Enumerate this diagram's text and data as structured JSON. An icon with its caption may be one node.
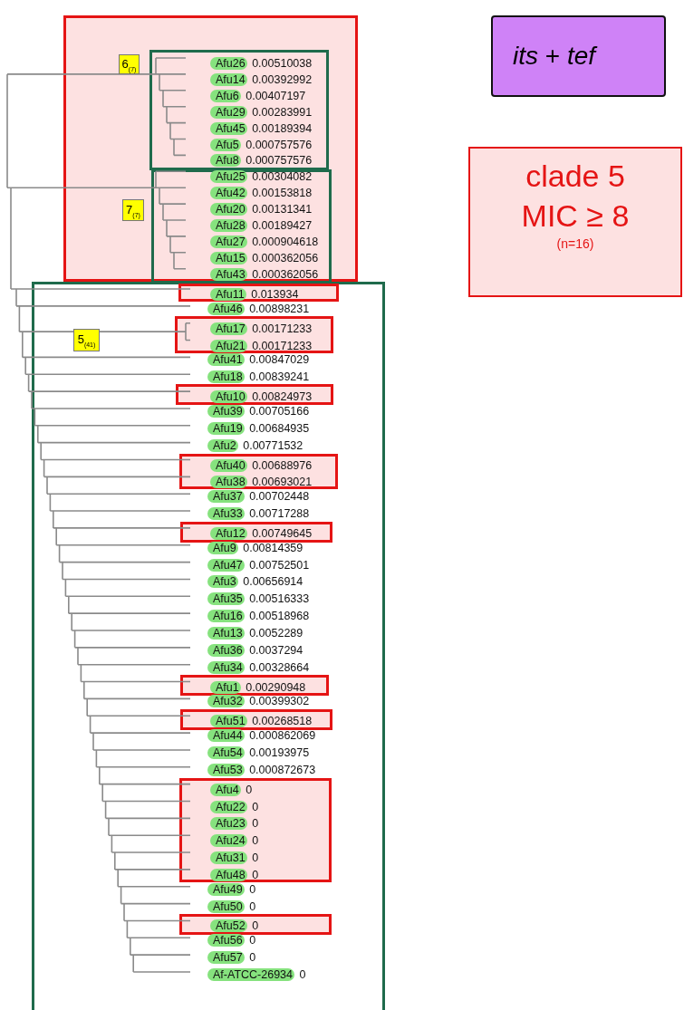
{
  "diagram": {
    "nodes": [
      {
        "text": [],
        "shape": "box"
      },
      {
        "text": [
          "6$_{(7)}$"
        ],
        "in": 0
      },
      {
        "text": [],
        "shape": "box",
        "in": 0
      },
      {
        "text": [
          "Afu26"
        ],
        "beside": [
          "0.00510038"
        ],
        "in": 2
      },
      {
        "text": [
          "Afu14"
        ],
        "beside": [
          "0.00392992"
        ],
        "in": 2
      },
      {
        "text": [
          "Afu6"
        ],
        "beside": [
          "0.00407197"
        ],
        "in": 2
      },
      {
        "text": [
          "Afu29"
        ],
        "beside": [
          "0.00283991"
        ],
        "in": 2
      },
      {
        "text": [
          "Afu45"
        ],
        "beside": [
          "0.00189394"
        ],
        "in": 2
      },
      {
        "text": [
          "Afu5"
        ],
        "beside": [
          "0.000757576"
        ],
        "in": 2
      },
      {
        "text": [
          "Afu8"
        ],
        "beside": [
          "0.000757576"
        ],
        "in": 2
      },
      {
        "text": [],
        "shape": "box",
        "in": 0
      },
      {
        "text": [
          "Afu25"
        ],
        "beside": [
          "0.00304082"
        ],
        "in": 10
      },
      {
        "text": [
          "Afu42"
        ],
        "beside": [
          "0.00153818"
        ],
        "in": 10
      },
      {
        "text": [
          "Afu20"
        ],
        "beside": [
          "0.00131341"
        ],
        "in": 10
      },
      {
        "text": [
          "Afu28"
        ],
        "beside": [
          "0.00189427"
        ],
        "in": 10
      },
      {
        "text": [
          "Afu27"
        ],
        "beside": [
          "0.000904618"
        ],
        "in": 10
      },
      {
        "text": [
          "Afu15"
        ],
        "beside": [
          "0.000362056"
        ],
        "in": 10
      },
      {
        "text": [
          "Afu43"
        ],
        "beside": [
          "0.000362056"
        ],
        "in": 10
      },
      {
        "text": [
          "7$_{(7)}$"
        ],
        "in": 0
      },
      {
        "text": [],
        "shape": "box"
      },
      {
        "text": [],
        "shape": "box",
        "in": 19
      },
      {
        "text": [
          "Afu11"
        ],
        "beside": [
          "0.013934"
        ],
        "in": 20
      },
      {
        "text": [
          "Afu46"
        ],
        "beside": [
          "0.00898231"
        ],
        "in": 19
      },
      {
        "text": [
          "5$_{(41)}$"
        ],
        "in": 19
      },
      {
        "text": [],
        "shape": "box",
        "in": 19
      },
      {
        "text": [
          "Afu17"
        ],
        "beside": [
          "0.00171233"
        ],
        "in": 24
      },
      {
        "text": [
          "Afu21"
        ],
        "beside": [
          "0.00171233"
        ],
        "in": 24
      },
      {
        "text": [
          "Afu41"
        ],
        "beside": [
          "0.00847029"
        ],
        "in": 19
      },
      {
        "text": [
          "Afu18"
        ],
        "beside": [
          "0.00839241"
        ],
        "in": 19
      },
      {
        "text": [],
        "shape": "box",
        "in": 19
      },
      {
        "text": [
          "Afu10"
        ],
        "beside": [
          "0.00824973"
        ],
        "in": 29
      },
      {
        "text": [
          "Afu39"
        ],
        "beside": [
          "0.00705166"
        ],
        "in": 19
      },
      {
        "text": [
          "Afu19"
        ],
        "beside": [
          "0.00684935"
        ],
        "in": 19
      },
      {
        "text": [
          "Afu2"
        ],
        "beside": [
          "0.00771532"
        ],
        "in": 19
      },
      {
        "text": [],
        "shape": "box",
        "in": 19
      },
      {
        "text": [
          "Afu40"
        ],
        "beside": [
          "0.00688976"
        ],
        "in": 34
      },
      {
        "text": [
          "Afu38"
        ],
        "beside": [
          "0.00693021"
        ],
        "in": 34
      },
      {
        "text": [
          "Afu37"
        ],
        "beside": [
          "0.00702448"
        ],
        "in": 19
      },
      {
        "text": [
          "Afu33"
        ],
        "beside": [
          "0.00717288"
        ],
        "in": 19
      },
      {
        "text": [],
        "shape": "box",
        "in": 19
      },
      {
        "text": [
          "Afu12"
        ],
        "beside": [
          "0.00749645"
        ],
        "in": 39
      },
      {
        "text": [
          "Afu9"
        ],
        "beside": [
          "0.00814359"
        ],
        "in": 19
      },
      {
        "text": [
          "Afu47"
        ],
        "beside": [
          "0.00752501"
        ],
        "in": 19
      },
      {
        "text": [
          "Afu3"
        ],
        "beside": [
          "0.00656914"
        ],
        "in": 19
      },
      {
        "text": [
          "Afu35"
        ],
        "beside": [
          "0.00516333"
        ],
        "in": 19
      },
      {
        "text": [
          "Afu16"
        ],
        "beside": [
          "0.00518968"
        ],
        "in": 19
      },
      {
        "text": [
          "Afu13"
        ],
        "beside": [
          "0.0052289"
        ],
        "in": 19
      },
      {
        "text": [
          "Afu36"
        ],
        "beside": [
          "0.0037294"
        ],
        "in": 19
      },
      {
        "text": [
          "Afu34"
        ],
        "beside": [
          "0.00328664"
        ],
        "in": 19
      },
      {
        "text": [],
        "shape": "box",
        "in": 19
      },
      {
        "text": [
          "Afu1"
        ],
        "beside": [
          "0.00290948"
        ],
        "in": 49
      },
      {
        "text": [
          "Afu32"
        ],
        "beside": [
          "0.00399302"
        ],
        "in": 19
      },
      {
        "text": [],
        "shape": "box",
        "in": 19
      },
      {
        "text": [
          "Afu51"
        ],
        "beside": [
          "0.00268518"
        ],
        "in": 52
      },
      {
        "text": [
          "Afu44"
        ],
        "beside": [
          "0.000862069"
        ],
        "in": 19
      },
      {
        "text": [
          "Afu54"
        ],
        "beside": [
          "0.00193975"
        ],
        "in": 19
      },
      {
        "text": [
          "Afu53"
        ],
        "beside": [
          "0.000872673"
        ],
        "in": 19
      },
      {
        "text": [],
        "shape": "box",
        "in": 19
      },
      {
        "text": [
          "Afu4"
        ],
        "beside": [
          "0"
        ],
        "in": 57
      },
      {
        "text": [
          "Afu22"
        ],
        "beside": [
          "0"
        ],
        "in": 57
      },
      {
        "text": [
          "Afu23"
        ],
        "beside": [
          "0"
        ],
        "in": 57
      },
      {
        "text": [
          "Afu24"
        ],
        "beside": [
          "0"
        ],
        "in": 57
      },
      {
        "text": [
          "Afu31"
        ],
        "beside": [
          "0"
        ],
        "in": 57
      },
      {
        "text": [
          "Afu48"
        ],
        "beside": [
          "0"
        ],
        "in": 57
      },
      {
        "text": [
          "Afu49"
        ],
        "beside": [
          "0"
        ],
        "in": 19
      },
      {
        "text": [
          "Afu50"
        ],
        "beside": [
          "0"
        ],
        "in": 19
      },
      {
        "text": [],
        "shape": "box",
        "in": 19
      },
      {
        "text": [
          "Afu52"
        ],
        "beside": [
          "0"
        ],
        "in": 66
      },
      {
        "text": [
          "Afu56"
        ],
        "beside": [
          "0"
        ],
        "in": 19
      },
      {
        "text": [
          "Afu57"
        ],
        "beside": [
          "0"
        ],
        "in": 19
      },
      {
        "text": [
          "Af-ATCC-26934"
        ],
        "beside": [
          "0"
        ],
        "in": 19
      },
      {
        "text": [
          "*its* + *tef*"
        ]
      },
      {
        "text": [
          "clade 5",
          "MIC ≥ 8",
          "(n=16)"
        ]
      }
    ]
  }
}
